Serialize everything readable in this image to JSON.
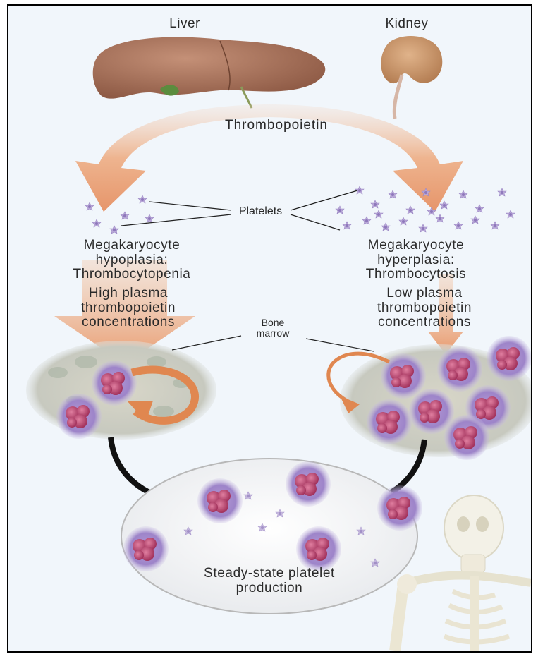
{
  "labels": {
    "liver": "Liver",
    "kidney": "Kidney",
    "thrombopoietin": "Thrombopoietin",
    "platelets": "Platelets",
    "left_state": [
      "Megakaryocyte",
      "hypoplasia:",
      "Thrombocytopenia"
    ],
    "right_state": [
      "Megakaryocyte",
      "hyperplasia:",
      "Thrombocytosis"
    ],
    "left_conc": [
      "High plasma",
      "thrombopoietin",
      "concentrations"
    ],
    "right_conc": [
      "Low plasma",
      "thrombopoietin",
      "concentrations"
    ],
    "bone_marrow": [
      "Bone",
      "marrow"
    ],
    "steady_state": [
      "Steady-state platelet",
      "production"
    ]
  },
  "colors": {
    "arrow_fill": "#e9a57d",
    "platelet": "#b9a8d8",
    "megakaryocyte_nucleus": "#b5436e",
    "background": "#f1f6fb"
  }
}
